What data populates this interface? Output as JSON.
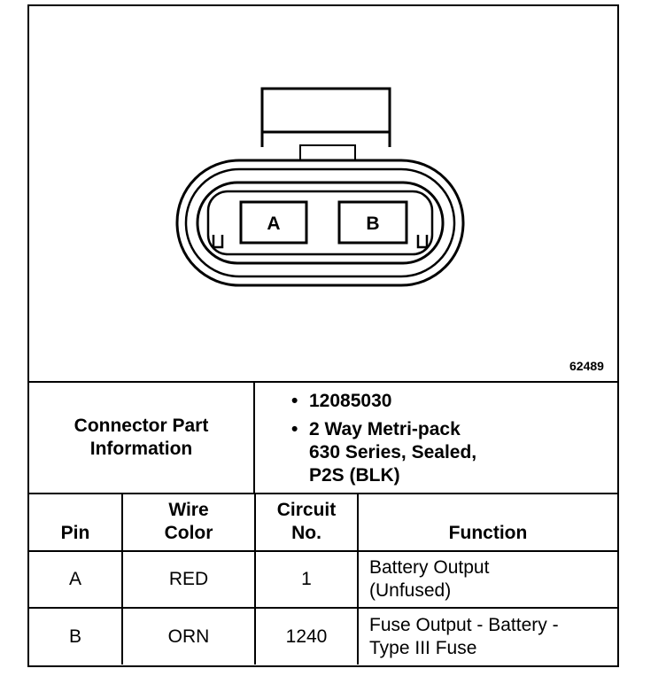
{
  "connector": {
    "cavity_labels": [
      "A",
      "B"
    ],
    "figure_id": "62489"
  },
  "info": {
    "label": "Connector Part\nInformation",
    "bullets": [
      "12085030",
      "2 Way Metri-pack\n630 Series, Sealed,\nP2S (BLK)"
    ]
  },
  "pin_table": {
    "headers": [
      "Pin",
      "Wire\nColor",
      "Circuit\nNo.",
      "Function"
    ],
    "rows": [
      {
        "pin": "A",
        "wire_color": "RED",
        "circuit": "1",
        "function": "Battery Output\n(Unfused)"
      },
      {
        "pin": "B",
        "wire_color": "ORN",
        "circuit": "1240",
        "function": "Fuse Output - Battery -\nType III Fuse"
      }
    ]
  }
}
